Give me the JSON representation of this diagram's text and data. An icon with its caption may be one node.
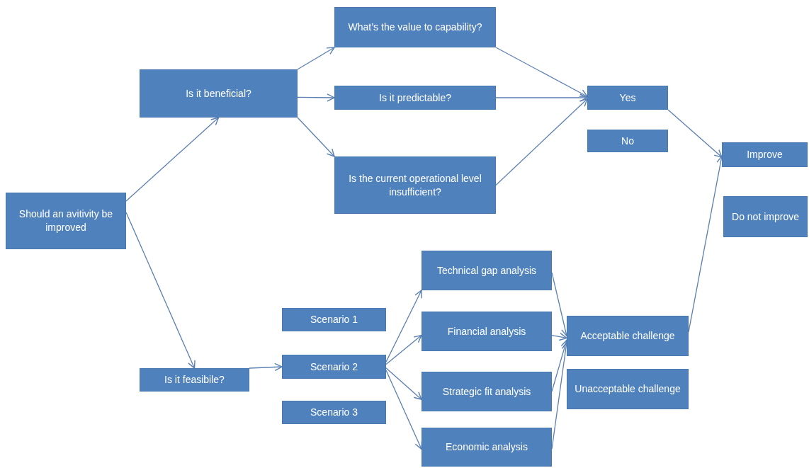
{
  "diagram": {
    "nodes": [
      {
        "text": [
          "Should  an avitivity be improved"
        ]
      },
      {
        "text": [
          "Is it beneficial?"
        ]
      },
      {
        "text": [
          "What’s the value to capability?"
        ]
      },
      {
        "text": [
          "Is it predictable?"
        ]
      },
      {
        "text": [
          "Is the current operational level insufficient?"
        ]
      },
      {
        "text": [
          "Yes"
        ]
      },
      {
        "text": [
          "No"
        ]
      },
      {
        "text": [
          "Improve"
        ]
      },
      {
        "text": [
          "Do not improve"
        ]
      },
      {
        "text": [
          "Is it feasibile?"
        ]
      },
      {
        "text": [
          "Scenario 1"
        ]
      },
      {
        "text": [
          "Scenario 2"
        ]
      },
      {
        "text": [
          "Scenario 3"
        ]
      },
      {
        "text": [
          "Technical gap analysis"
        ]
      },
      {
        "text": [
          "Financial analysis"
        ]
      },
      {
        "text": [
          "Strategic fit analysis"
        ]
      },
      {
        "text": [
          "Economic analysis"
        ]
      },
      {
        "text": [
          "Acceptable challenge"
        ]
      },
      {
        "text": [
          "Unacceptable challenge"
        ]
      }
    ],
    "edges": [
      {
        "from": 0,
        "to": 1,
        "arrow": "to"
      },
      {
        "from": 0,
        "to": 9,
        "arrow": "to"
      },
      {
        "from": 1,
        "to": 2,
        "arrow": "to"
      },
      {
        "from": 1,
        "to": 3,
        "arrow": "to"
      },
      {
        "from": 1,
        "to": 4,
        "arrow": "to"
      },
      {
        "from": 2,
        "to": 5,
        "arrow": "to"
      },
      {
        "from": 3,
        "to": 5,
        "arrow": "to"
      },
      {
        "from": 4,
        "to": 5,
        "arrow": "to"
      },
      {
        "from": 5,
        "to": 7,
        "arrow": "to"
      },
      {
        "from": 9,
        "to": 11,
        "arrow": "to"
      },
      {
        "from": 11,
        "to": 13,
        "arrow": "to"
      },
      {
        "from": 11,
        "to": 14,
        "arrow": "to"
      },
      {
        "from": 11,
        "to": 15,
        "arrow": "to"
      },
      {
        "from": 11,
        "to": 16,
        "arrow": "to"
      },
      {
        "from": 13,
        "to": 17,
        "arrow": "to"
      },
      {
        "from": 14,
        "to": 17,
        "arrow": "to"
      },
      {
        "from": 15,
        "to": 17,
        "arrow": "to"
      },
      {
        "from": 16,
        "to": 17,
        "arrow": "to"
      },
      {
        "from": 17,
        "to": 7,
        "arrow": "to"
      }
    ]
  }
}
